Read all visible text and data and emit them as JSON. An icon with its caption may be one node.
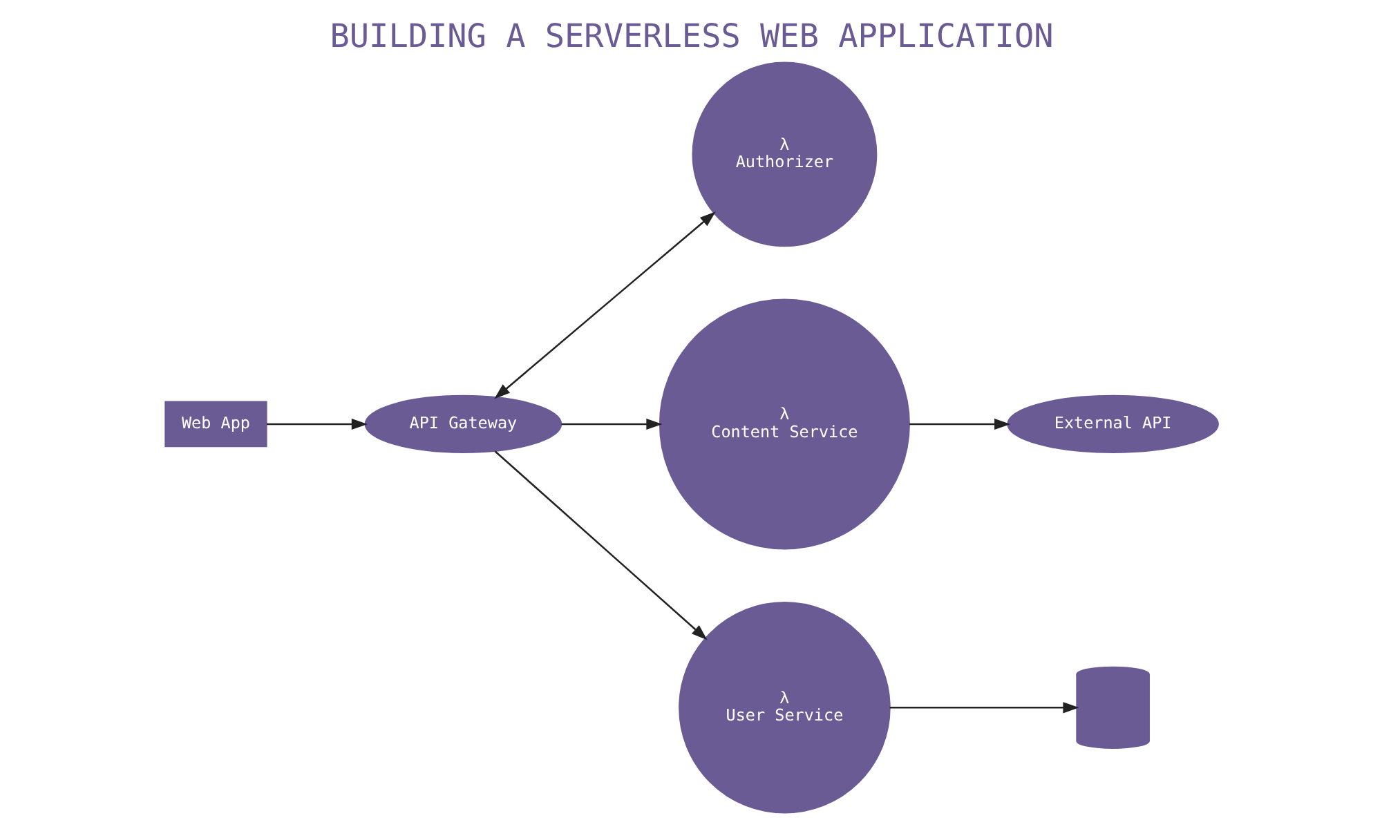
{
  "diagram": {
    "title": "BUILDING A SERVERLESS WEB APPLICATION",
    "nodes": [
      {
        "text": [
          "Web App"
        ]
      },
      {
        "text": [
          "API Gateway"
        ]
      },
      {
        "text": [
          "λ",
          "Authorizer"
        ]
      },
      {
        "text": [
          "λ",
          "Content Service"
        ]
      },
      {
        "text": [
          "λ",
          "User Service"
        ]
      },
      {
        "text": [
          "External API"
        ]
      },
      {
        "text": [],
        "shape": "cylinder"
      }
    ],
    "edges": [
      {
        "from": 0,
        "to": 1,
        "arrow": "to"
      },
      {
        "from": 1,
        "to": 2,
        "arrow": "both"
      },
      {
        "from": 1,
        "to": 3,
        "arrow": "to"
      },
      {
        "from": 1,
        "to": 4,
        "arrow": "to"
      },
      {
        "from": 3,
        "to": 5,
        "arrow": "to"
      },
      {
        "from": 4,
        "to": 6,
        "arrow": "to"
      }
    ]
  }
}
